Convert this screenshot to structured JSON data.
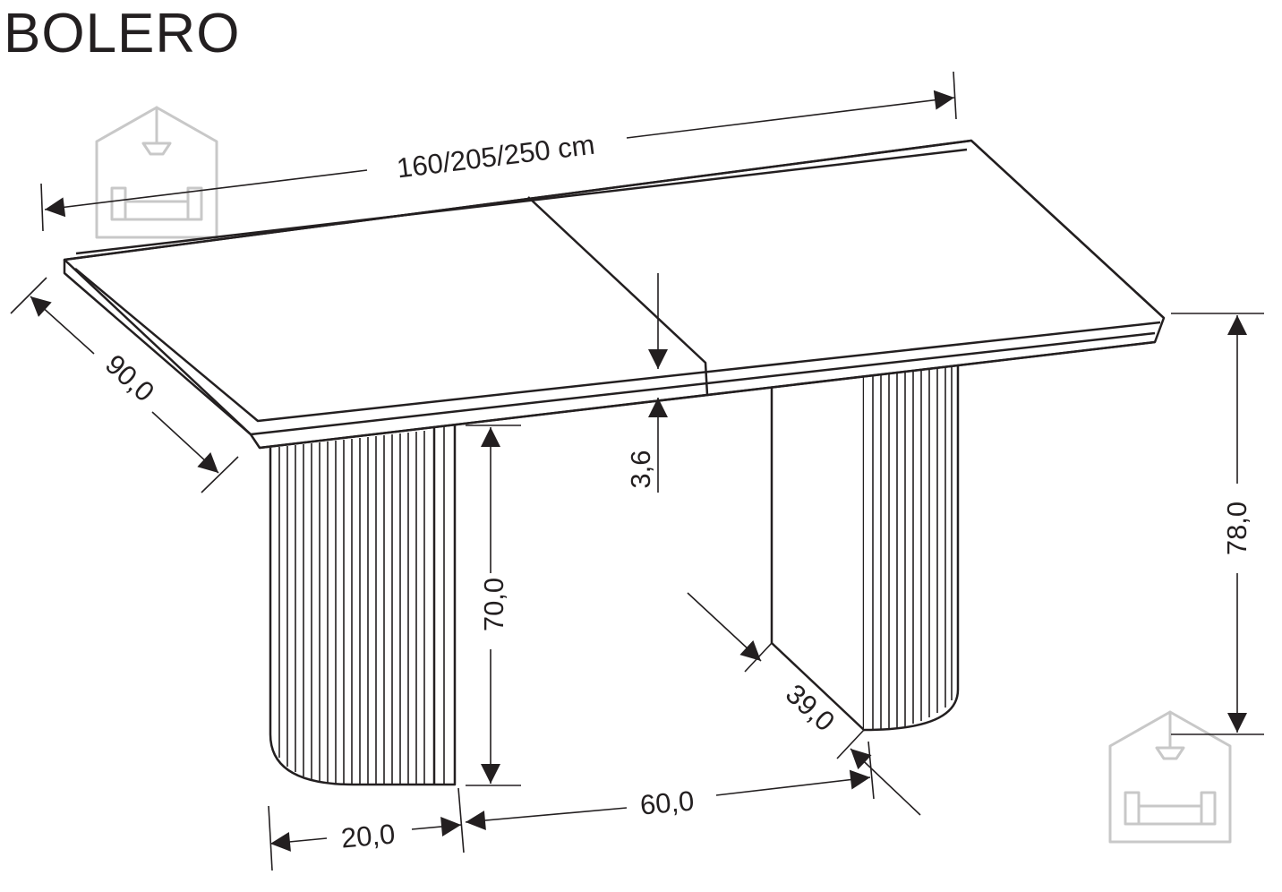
{
  "product_name": "BOLERO",
  "dimensions": {
    "length": "160/205/250 cm",
    "depth": "90,0",
    "top_thickness": "3,6",
    "height": "78,0",
    "leg_height": "70,0",
    "leg_depth": "39,0",
    "leg_width": "20,0",
    "leg_spacing": "60,0"
  },
  "colors": {
    "line": "#231f20",
    "watermark": "#c8c8c8"
  },
  "icons": [
    "furniture-house-logo-icon",
    "dimension-arrow-icon"
  ]
}
